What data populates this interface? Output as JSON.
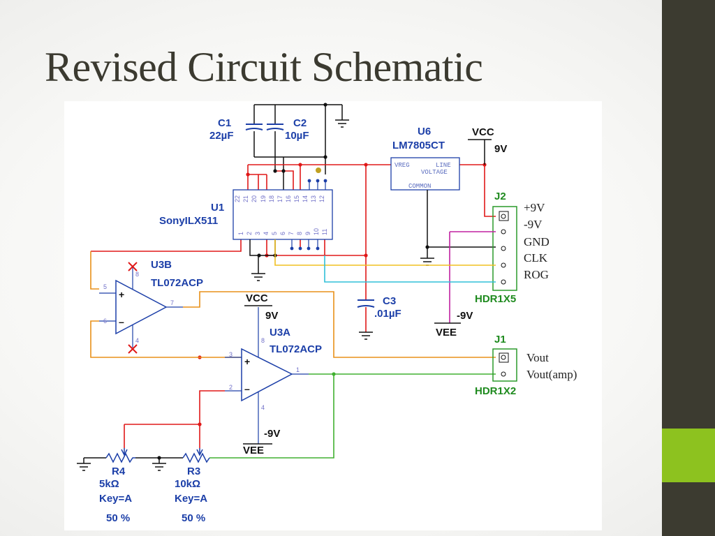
{
  "slide": {
    "title": "Revised Circuit Schematic",
    "accent_color": "#8dc21f",
    "sidebar_color": "#3c3b30"
  },
  "components": {
    "c1": {
      "ref": "C1",
      "value": "22µF"
    },
    "c2": {
      "ref": "C2",
      "value": "10µF"
    },
    "c3": {
      "ref": "C3",
      "value": ".01µF"
    },
    "u6": {
      "ref": "U6",
      "part": "LM7805CT",
      "vreg": "VREG",
      "line": "LINE",
      "voltage": "VOLTAGE",
      "common": "COMMON"
    },
    "u1": {
      "ref": "U1",
      "part": "SonyILX511"
    },
    "u3b": {
      "ref": "U3B",
      "part": "TL072ACP"
    },
    "u3a": {
      "ref": "U3A",
      "part": "TL072ACP"
    },
    "j2": {
      "ref": "J2",
      "part": "HDR1X5",
      "pins": [
        "+9V",
        "-9V",
        "GND",
        "CLK",
        "ROG"
      ]
    },
    "j1": {
      "ref": "J1",
      "part": "HDR1X2",
      "pins": [
        "Vout",
        "Vout(amp)"
      ]
    },
    "r4": {
      "ref": "R4",
      "value": "5kΩ",
      "key": "Key=A",
      "setting": "50 %"
    },
    "r3": {
      "ref": "R3",
      "value": "10kΩ",
      "key": "Key=A",
      "setting": "50 %"
    }
  },
  "nets": {
    "vcc_top": "VCC",
    "v9_top": "9V",
    "vcc_mid": "VCC",
    "v9_mid": "9V",
    "vee_right": "VEE",
    "m9_right": "-9V",
    "vee_mid": "VEE",
    "m9_mid": "-9V"
  },
  "pins": {
    "u1_top": [
      "22",
      "21",
      "20",
      "19",
      "18",
      "17",
      "16",
      "15",
      "14",
      "13",
      "12"
    ],
    "u1_bottom": [
      "1",
      "2",
      "3",
      "4",
      "5",
      "6",
      "7",
      "8",
      "9",
      "10",
      "11"
    ],
    "u3b": {
      "p8": "8",
      "p5": "5",
      "p6": "6",
      "p7": "7",
      "p4": "4"
    },
    "u3a": {
      "p8": "8",
      "p3": "3",
      "p2": "2",
      "p1": "1",
      "p4": "4"
    },
    "plus": "+",
    "minus": "–"
  },
  "colors": {
    "red": "#e01818",
    "orange": "#e89018",
    "yellow": "#f0c020",
    "cyan": "#30c0d8",
    "green": "#40b030",
    "magenta": "#c020a0",
    "blue_part": "#1c3fa8",
    "black": "#111111"
  }
}
